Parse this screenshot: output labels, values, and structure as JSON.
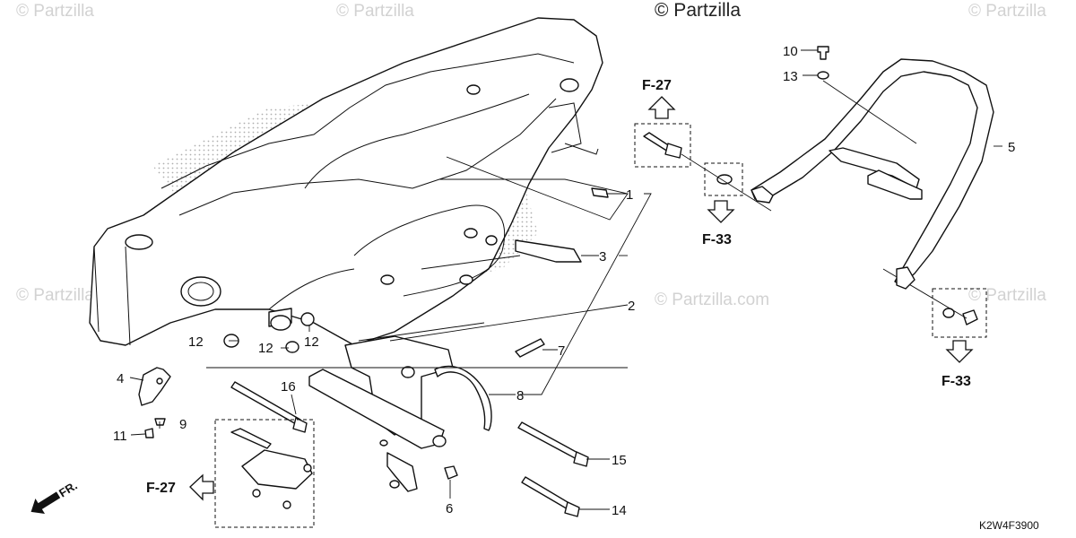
{
  "watermarks": {
    "brand": "Partzilla",
    "brand_com": "Partzilla.com",
    "top_notice": "© Partzilla"
  },
  "diagram_code": "K2W4F3900",
  "direction_marker": "FR.",
  "references": {
    "f27_top": "F-27",
    "f27_left": "F-27",
    "f33_middle": "F-33",
    "f33_right": "F-33"
  },
  "callouts": {
    "c1": "1",
    "c2": "2",
    "c3": "3",
    "c4": "4",
    "c5": "5",
    "c6": "6",
    "c7": "7",
    "c8": "8",
    "c9": "9",
    "c10": "10",
    "c11": "11",
    "c12a": "12",
    "c12b": "12",
    "c12c": "12",
    "c13": "13",
    "c14": "14",
    "c15": "15",
    "c16": "16"
  }
}
